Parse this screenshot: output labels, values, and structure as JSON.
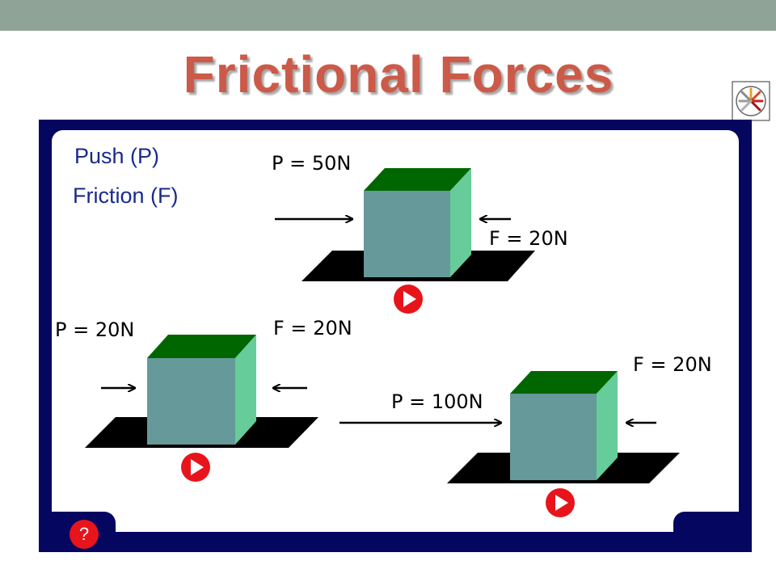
{
  "slide": {
    "title": "Frictional Forces"
  },
  "legend": {
    "push": "Push (P)",
    "friction": "Friction (F)"
  },
  "scenarios": [
    {
      "push": "P = 50N",
      "friction": "F = 20N"
    },
    {
      "push": "P = 20N",
      "friction": "F = 20N"
    },
    {
      "push": "P = 100N",
      "friction": "F = 20N"
    }
  ],
  "help_button": {
    "label": "?"
  },
  "colors": {
    "title": "#cc5a48",
    "frame": "#050660",
    "cube_front": "#669999",
    "cube_top": "#006600",
    "cube_side": "#66cc99",
    "play_button": "#e8141c",
    "legend_text": "#1a2a8c"
  },
  "icons": {
    "play": "play-icon",
    "help": "question-icon",
    "logo": "sunburst-logo-icon"
  }
}
